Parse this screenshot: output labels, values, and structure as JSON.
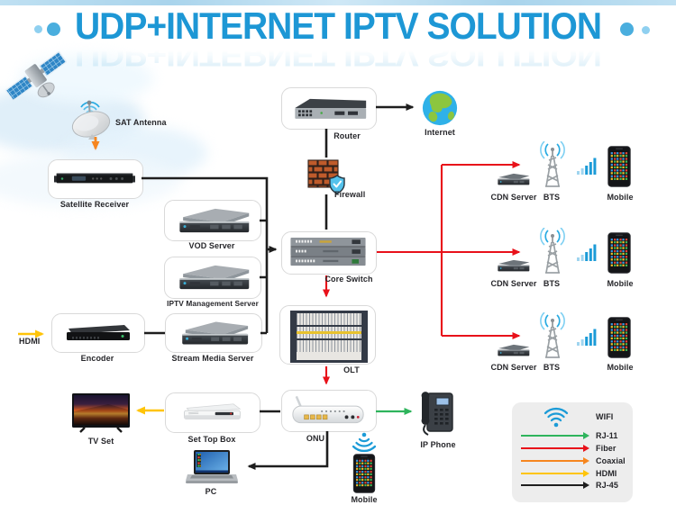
{
  "title": "UDP+INTERNET IPTV SOLUTION",
  "colors": {
    "title_blue": "#1d97d5",
    "wifi_blue": "#1b9bd7",
    "fiber_red": "#e8111a",
    "rj11_green": "#2eb45c",
    "coaxial_orange": "#f6861f",
    "hdmi_yellow": "#ffc408",
    "rj45_black": "#1e1e1e"
  },
  "nodes": {
    "sat_antenna": "SAT Antenna",
    "satellite_receiver": "Satellite Receiver",
    "vod_server": "VOD Server",
    "iptv_management_server": "IPTV Management Server",
    "stream_media_server": "Stream Media Server",
    "encoder": "Encoder",
    "hdmi_input": "HDMI",
    "router": "Router",
    "internet": "Internet",
    "firewall": "Firewall",
    "core_switch": "Core Switch",
    "olt": "OLT",
    "onu": "ONU",
    "set_top_box": "Set Top Box",
    "tv_set": "TV Set",
    "pc": "PC",
    "ip_phone": "IP Phone",
    "mobile_wifi": "Mobile"
  },
  "access_rows": [
    {
      "cdn": "CDN Server",
      "bts": "BTS",
      "mobile": "Mobile"
    },
    {
      "cdn": "CDN Server",
      "bts": "BTS",
      "mobile": "Mobile"
    },
    {
      "cdn": "CDN Server",
      "bts": "BTS",
      "mobile": "Mobile"
    }
  ],
  "legend": {
    "wifi_label": "WIFI",
    "items": [
      {
        "label": "RJ-11",
        "color": "#2eb45c"
      },
      {
        "label": "Fiber",
        "color": "#e8111a"
      },
      {
        "label": "Coaxial",
        "color": "#f6861f"
      },
      {
        "label": "HDMI",
        "color": "#ffc408"
      },
      {
        "label": "RJ-45",
        "color": "#1e1e1e"
      }
    ]
  }
}
